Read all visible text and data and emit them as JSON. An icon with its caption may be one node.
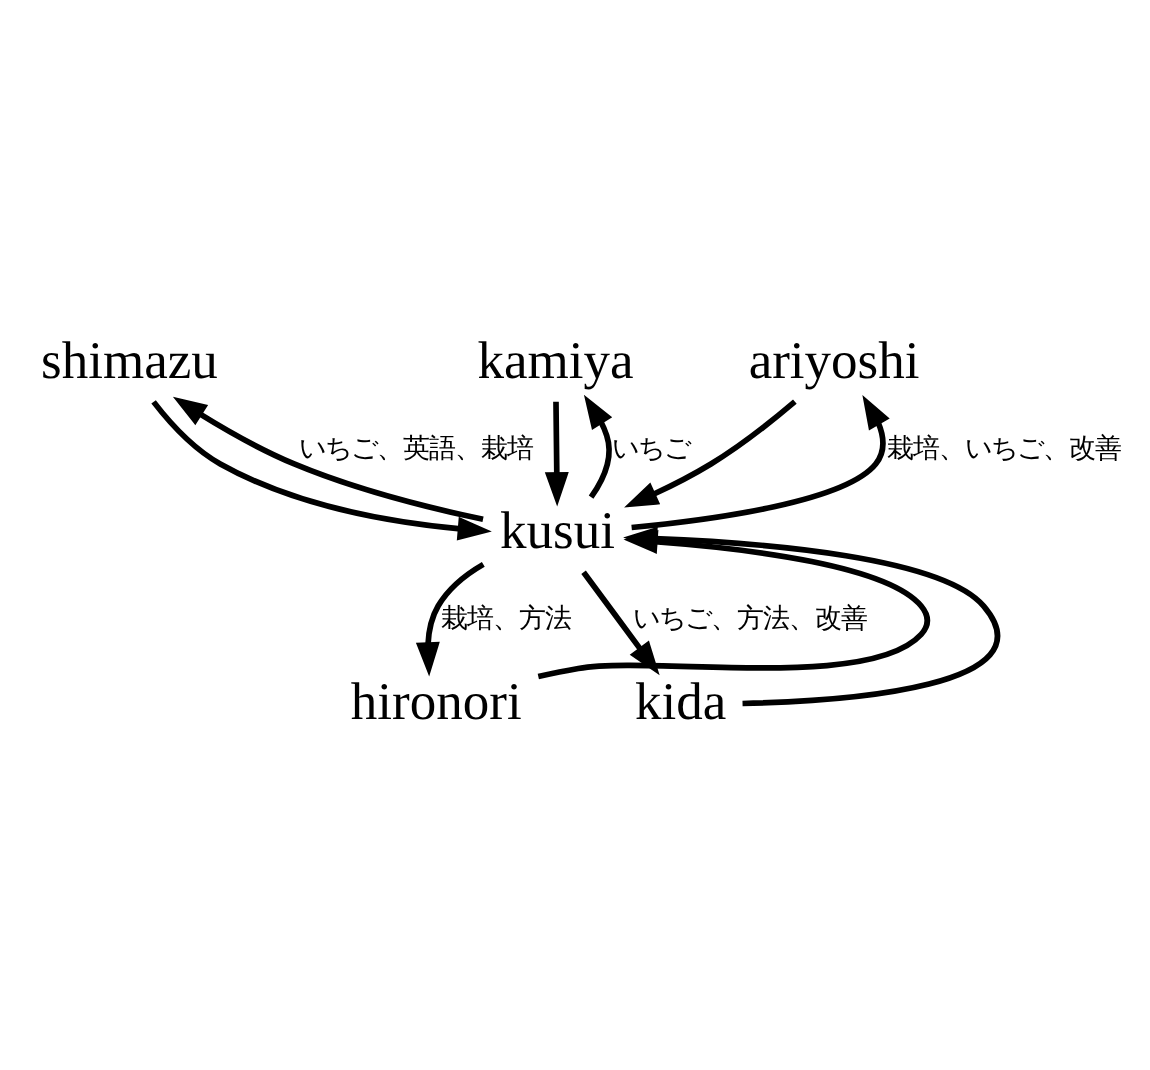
{
  "diagram": {
    "nodes": [
      {
        "text": [
          "shimazu"
        ]
      },
      {
        "text": [
          "kamiya"
        ]
      },
      {
        "text": [
          "ariyoshi"
        ]
      },
      {
        "text": [
          "kusui"
        ]
      },
      {
        "text": [
          "hironori"
        ]
      },
      {
        "text": [
          "kida"
        ]
      }
    ],
    "edges": [
      {
        "from": 3,
        "to": 0,
        "arrow": "to",
        "label": "いちご、英語、栽培"
      },
      {
        "from": 0,
        "to": 3,
        "arrow": "to"
      },
      {
        "from": 3,
        "to": 1,
        "arrow": "to",
        "label": "いちご"
      },
      {
        "from": 1,
        "to": 3,
        "arrow": "to"
      },
      {
        "from": 3,
        "to": 2,
        "arrow": "to",
        "label": "栽培、いちご、改善"
      },
      {
        "from": 2,
        "to": 3,
        "arrow": "to"
      },
      {
        "from": 4,
        "to": 3,
        "arrow": "to"
      },
      {
        "from": 3,
        "to": 4,
        "arrow": "to",
        "label": "栽培、方法"
      },
      {
        "from": 5,
        "to": 3,
        "arrow": "to"
      },
      {
        "from": 3,
        "to": 5,
        "arrow": "to",
        "label": "いちご、方法、改善"
      }
    ]
  }
}
